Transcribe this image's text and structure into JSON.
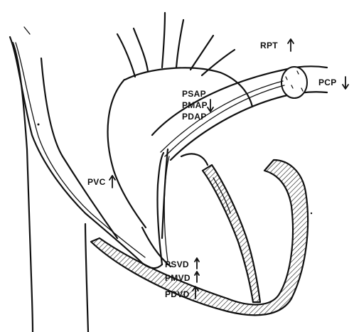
{
  "labels": {
    "rpt": "RPT",
    "pcp": "PCP",
    "psap": "PSAP",
    "pmap": "PMAP",
    "pdap": "PDAP",
    "pvc": "PVC",
    "psvd": "PSVD",
    "pmvd": "PMVD",
    "pdvd": "PDVD"
  },
  "arrows": {
    "rpt": "up",
    "pcp": "down",
    "pmap": "down",
    "pvc": "up",
    "psvd": "up",
    "pmvd": "up",
    "pdvd": "up"
  }
}
